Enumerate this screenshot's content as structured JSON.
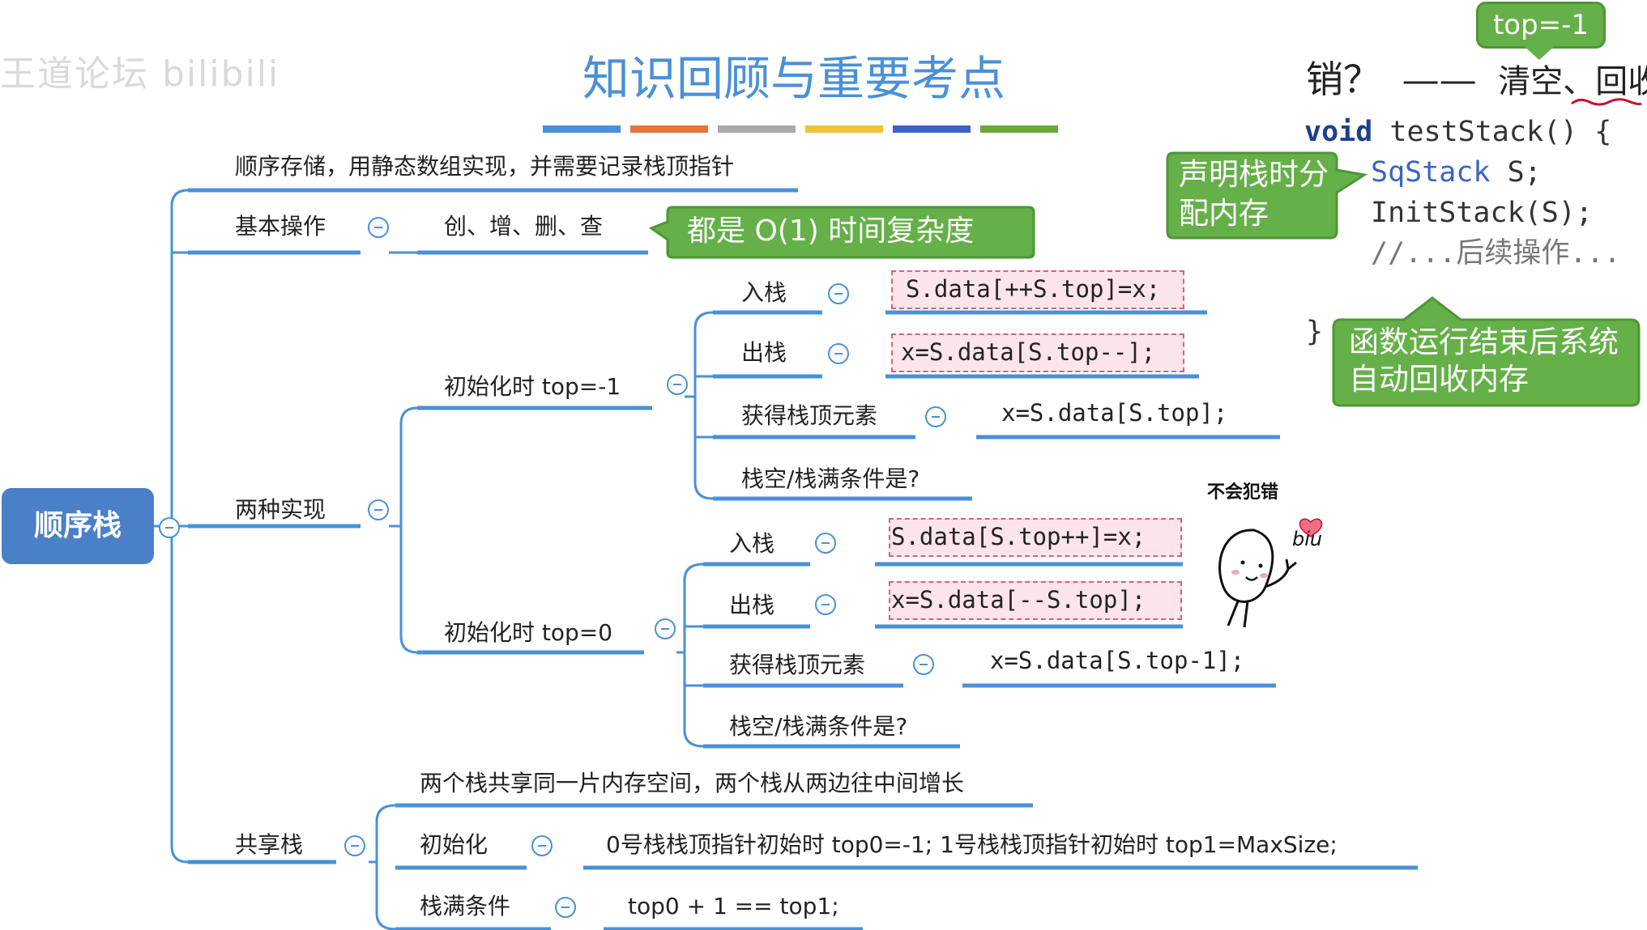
{
  "watermark": "王道论坛 bilibili",
  "title": "知识回顾与重要考点",
  "color_bars": [
    "#4a90d9",
    "#e8743b",
    "#a9a9a9",
    "#f1c232",
    "#3a63c4",
    "#6aaa3a"
  ],
  "root": "顺序栈",
  "nodes": {
    "storage": "顺序存储，用静态数组实现，并需要记录栈顶指针",
    "basic_ops": "基本操作",
    "basic_ops_detail": "创、增、删、查",
    "complexity_note": "都是 O(1) 时间复杂度",
    "two_impl": "两种实现",
    "init_m1": {
      "label": "初始化时 top=-1",
      "push": "入栈",
      "push_code": "S.data[++S.top]=x;",
      "pop": "出栈",
      "pop_code": "x=S.data[S.top--];",
      "get_top": "获得栈顶元素",
      "get_top_code": "x=S.data[S.top];",
      "empty_full": "栈空/栈满条件是?"
    },
    "init_0": {
      "label": "初始化时 top=0",
      "push": "入栈",
      "push_code": "S.data[S.top++]=x;",
      "pop": "出栈",
      "pop_code": "x=S.data[--S.top];",
      "get_top": "获得栈顶元素",
      "get_top_code": "x=S.data[S.top-1];",
      "empty_full": "栈空/栈满条件是?"
    },
    "shared": {
      "label": "共享栈",
      "desc": "两个栈共享同一片内存空间，两个栈从两边往中间增长",
      "init": "初始化",
      "init_detail": "0号栈栈顶指针初始时 top0=-1;   1号栈栈顶指针初始时  top1=MaxSize;",
      "full": "栈满条件",
      "full_detail": "top0 + 1 == top1;"
    }
  },
  "right_panel": {
    "top_callout": "top=-1",
    "question_prefix": "销？",
    "dash": "——",
    "answer": "清空、",
    "answer_underlined": "回收",
    "code": {
      "line1_kw": "void",
      "line1_rest": " testStack() {",
      "line2_type": "SqStack",
      "line2_rest": " S;",
      "line3": "InitStack(S);",
      "line4": "//...后续操作...",
      "line5": "}"
    },
    "declare_note": "声明栈时分配内存",
    "auto_reclaim_note": "函数运行结束后系统自动回收内存",
    "sticker_caption": "不会犯错",
    "sticker_text": "biu"
  }
}
